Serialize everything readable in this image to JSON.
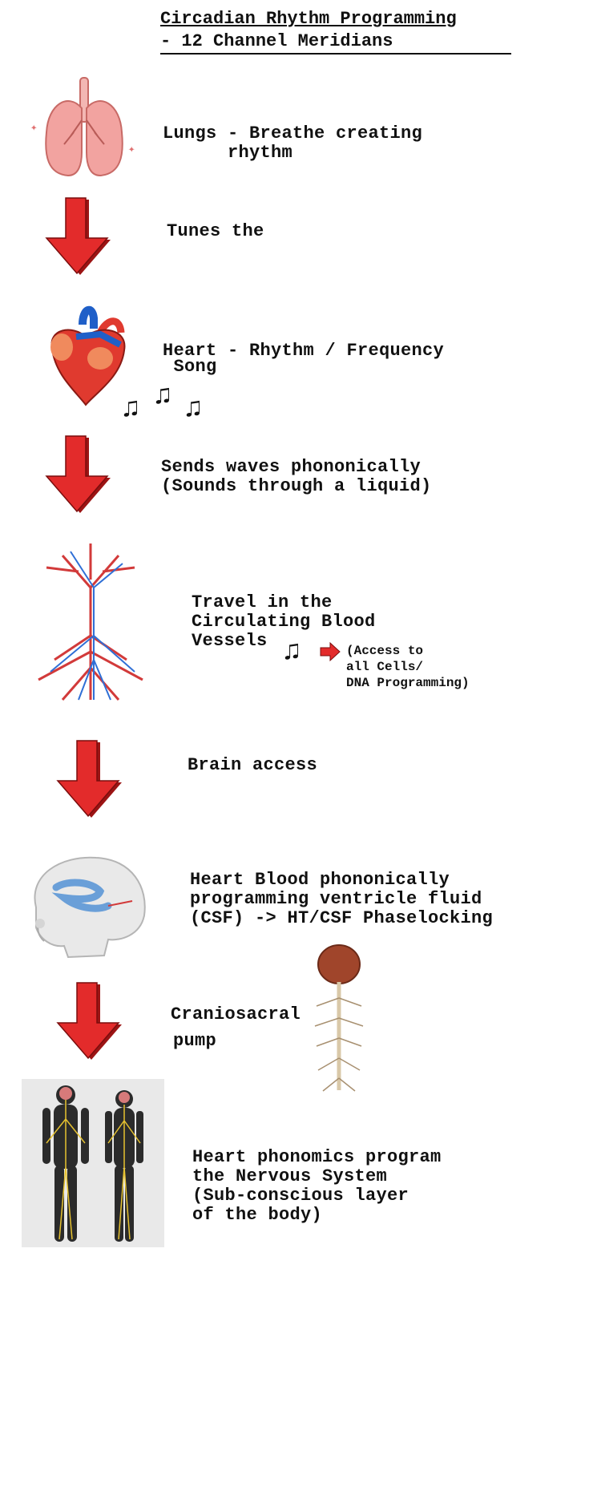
{
  "title": {
    "line1": "Circadian Rhythm Programming",
    "line2": "- 12 Channel Meridians"
  },
  "steps": {
    "lungs": [
      "Lungs - Breathe creating",
      "      rhythm"
    ],
    "tunes": "Tunes the",
    "heart": [
      "Heart - Rhythm / Frequency",
      " Song"
    ],
    "waves": [
      "Sends waves phononically",
      "(Sounds through a liquid)"
    ],
    "vessels": [
      "Travel in the",
      "Circulating Blood",
      "Vessels"
    ],
    "access_note": [
      "(Access to",
      "all Cells/",
      "DNA Programming)"
    ],
    "brain_access": "Brain access",
    "csf": [
      "Heart Blood phononically",
      "programming ventricle fluid",
      "(CSF) -> HT/CSF Phaselocking"
    ],
    "pump": [
      "Craniosacral",
      "pump"
    ],
    "nervous": [
      "Heart phonomics program",
      "the Nervous System",
      "(Sub-conscious layer",
      "of the body)"
    ]
  },
  "colors": {
    "arrow_red": "#e32b2b",
    "arrow_dark": "#9c1414",
    "lung_pink": "#f2a3a0",
    "heart_red": "#e03a2f",
    "vessel_blue": "#2f6fd6",
    "brain_blue": "#6a9fd8",
    "nerve_yellow": "#e6c230"
  },
  "icons": [
    "lungs-icon",
    "down-arrow-icon",
    "heart-icon",
    "music-notes-icon",
    "blood-vessels-icon",
    "brain-skull-icon",
    "spinal-cord-icon",
    "nervous-system-icon"
  ]
}
